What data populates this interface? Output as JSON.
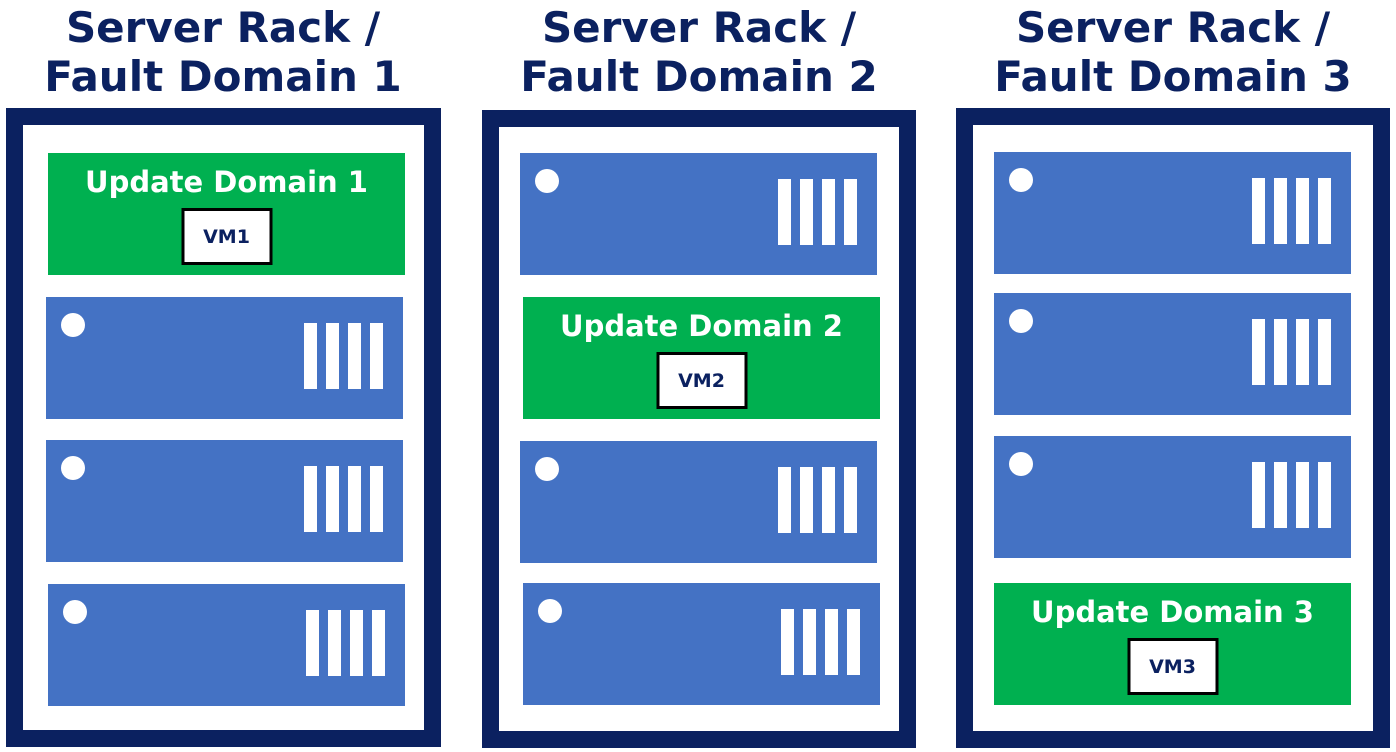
{
  "racks": [
    {
      "title_line1": "Server Rack /",
      "title_line2": "Fault Domain 1",
      "update_domain_label": "Update Domain 1",
      "vm_label": "VM1"
    },
    {
      "title_line1": "Server Rack /",
      "title_line2": "Fault Domain 2",
      "update_domain_label": "Update Domain 2",
      "vm_label": "VM2"
    },
    {
      "title_line1": "Server Rack /",
      "title_line2": "Fault Domain 3",
      "update_domain_label": "Update Domain 3",
      "vm_label": "VM3"
    }
  ],
  "colors": {
    "rack_frame": "#0b2160",
    "title_text": "#0b2160",
    "server": "#4472c4",
    "update_domain": "#00b050",
    "vm_text": "#0b2160"
  }
}
